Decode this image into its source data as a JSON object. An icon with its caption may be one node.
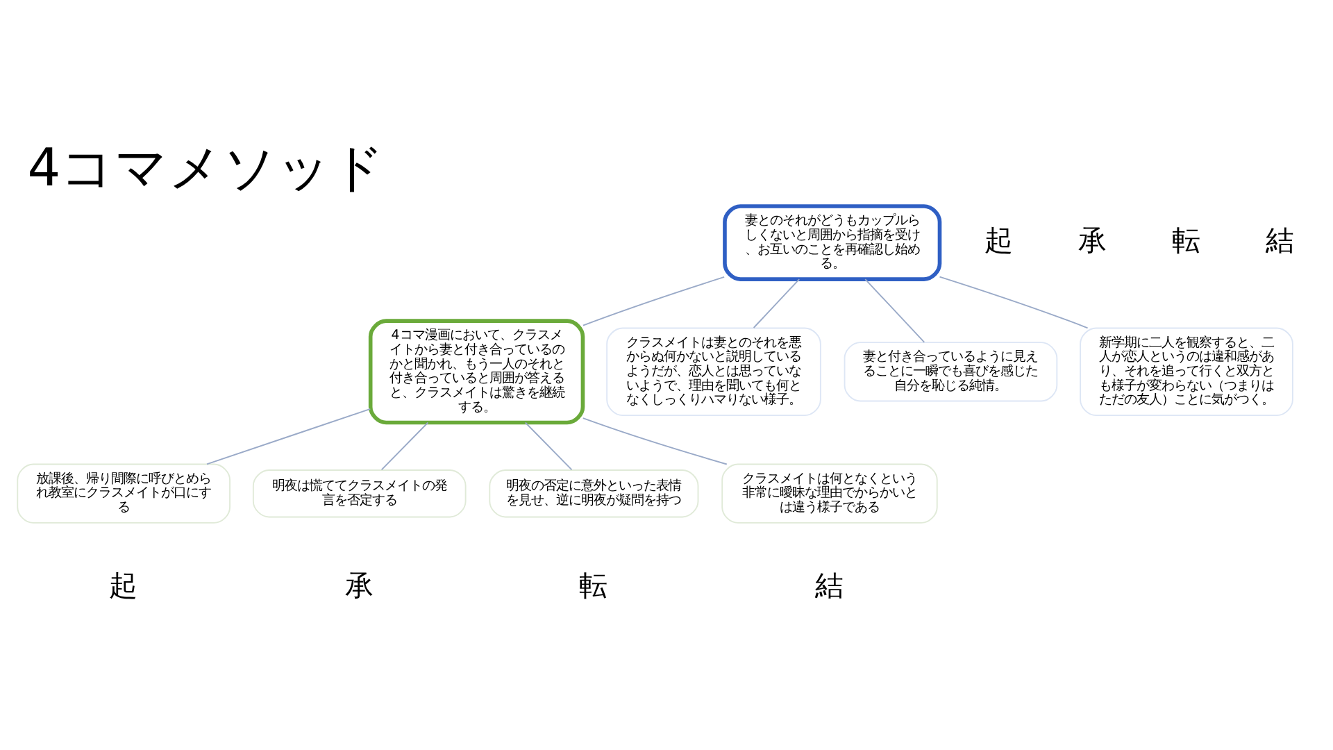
{
  "diagram": {
    "title": "4コマメソッド",
    "nodes": [
      {
        "text": [
          "妻とのそれがどうもカップルらしくないと周囲から指摘を受け、お互いのことを再確認し始める。"
        ]
      },
      {
        "text": [
          "4コマ漫画において、クラスメイトから妻と付き合っているのかと聞かれ、もう一人のそれと付き合っていると周囲が答えると、クラスメイトは驚きを継続する。"
        ]
      },
      {
        "text": [
          "クラスメイトは妻とのそれを悪からぬ何かないと説明しているようだが、恋人とは思っていないようで、理由を聞いても何となくしっくりハマりない様子。"
        ]
      },
      {
        "text": [
          "妻と付き合っているように見えることに一瞬でも喜びを感じた自分を恥じる純情。"
        ]
      },
      {
        "text": [
          "新学期に二人を観察すると、二人が恋人というのは違和感があり、それを追って行くと双方とも様子が変わらない（つまりはただの友人）ことに気がつく。"
        ]
      },
      {
        "text": [
          "放課後、帰り間際に呼びとめられ教室にクラスメイトが口にする"
        ]
      },
      {
        "text": [
          "明夜は慌ててクラスメイトの発言を否定する"
        ]
      },
      {
        "text": [
          "明夜の否定に意外といった表情を見せ、逆に明夜が疑問を持つ"
        ]
      },
      {
        "text": [
          "クラスメイトは何となくという非常に曖昧な理由でからかいとは違う様子である"
        ]
      }
    ],
    "edges": [
      {
        "from": 0,
        "to": 1,
        "arrow": "none"
      },
      {
        "from": 0,
        "to": 2,
        "arrow": "none"
      },
      {
        "from": 0,
        "to": 3,
        "arrow": "none"
      },
      {
        "from": 0,
        "to": 4,
        "arrow": "none"
      },
      {
        "from": 1,
        "to": 5,
        "arrow": "none"
      },
      {
        "from": 1,
        "to": 6,
        "arrow": "none"
      },
      {
        "from": 1,
        "to": 7,
        "arrow": "none"
      },
      {
        "from": 1,
        "to": 8,
        "arrow": "none"
      }
    ],
    "labels": [
      "起",
      "承",
      "転",
      "結",
      "起",
      "承",
      "転",
      "結"
    ]
  }
}
